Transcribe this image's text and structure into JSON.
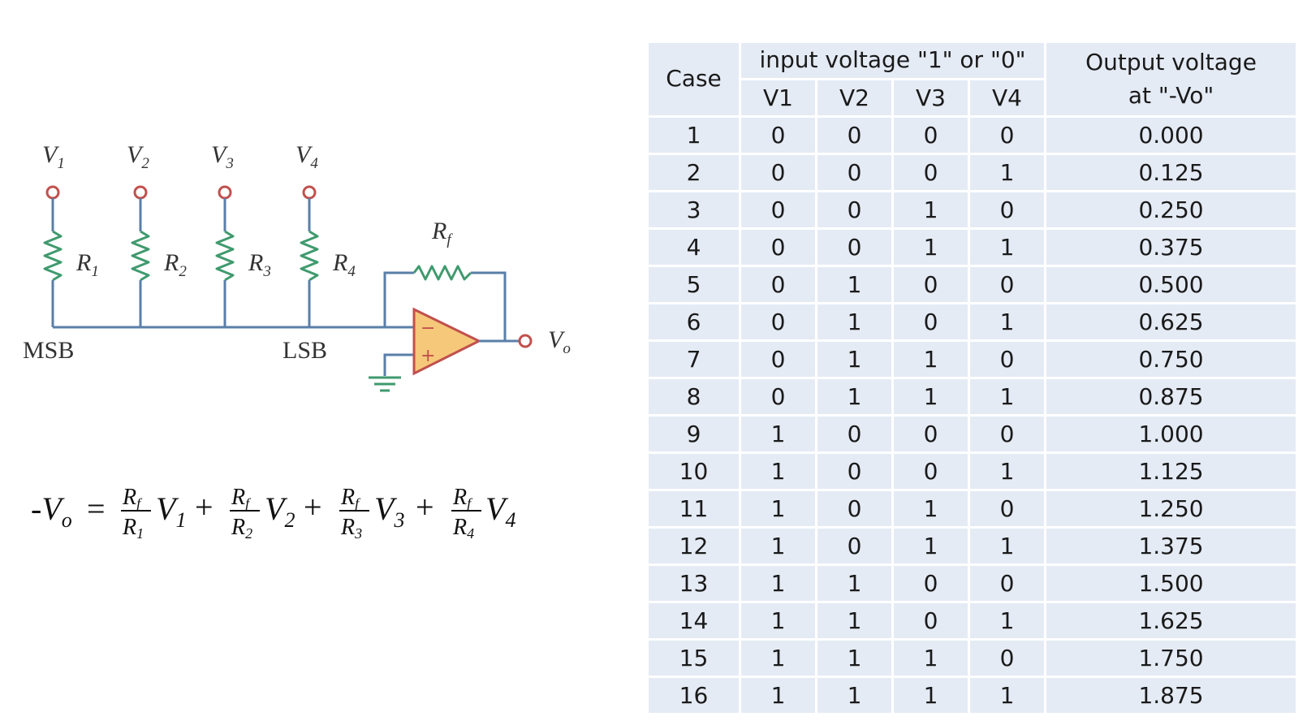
{
  "circuit": {
    "inputs": [
      "V",
      "V",
      "V",
      "V"
    ],
    "input_subs": [
      "1",
      "2",
      "3",
      "4"
    ],
    "resistors": [
      "R",
      "R",
      "R",
      "R"
    ],
    "resistor_subs": [
      "1",
      "2",
      "3",
      "4"
    ],
    "feedback": "R",
    "feedback_sub": "f",
    "msb": "MSB",
    "lsb": "LSB",
    "output": "V",
    "output_sub": "o",
    "minus": "−",
    "plus": "+"
  },
  "equation": {
    "lhs": "-V",
    "lhs_sub": "o",
    "equals": "=",
    "op": "+",
    "terms": [
      {
        "num": "R",
        "num_sub": "f",
        "den": "R",
        "den_sub": "1",
        "var": "V",
        "var_sub": "1"
      },
      {
        "num": "R",
        "num_sub": "f",
        "den": "R",
        "den_sub": "2",
        "var": "V",
        "var_sub": "2"
      },
      {
        "num": "R",
        "num_sub": "f",
        "den": "R",
        "den_sub": "3",
        "var": "V",
        "var_sub": "3"
      },
      {
        "num": "R",
        "num_sub": "f",
        "den": "R",
        "den_sub": "4",
        "var": "V",
        "var_sub": "4"
      }
    ]
  },
  "table": {
    "col_case": "Case",
    "col_input": "input voltage \"1\" or \"0\"",
    "col_output_line1": "Output voltage",
    "col_output_line2": "at \"-Vo\"",
    "sub_headers": [
      "V1",
      "V2",
      "V3",
      "V4"
    ],
    "rows": [
      [
        "1",
        "0",
        "0",
        "0",
        "0",
        "0.000"
      ],
      [
        "2",
        "0",
        "0",
        "0",
        "1",
        "0.125"
      ],
      [
        "3",
        "0",
        "0",
        "1",
        "0",
        "0.250"
      ],
      [
        "4",
        "0",
        "0",
        "1",
        "1",
        "0.375"
      ],
      [
        "5",
        "0",
        "1",
        "0",
        "0",
        "0.500"
      ],
      [
        "6",
        "0",
        "1",
        "0",
        "1",
        "0.625"
      ],
      [
        "7",
        "0",
        "1",
        "1",
        "0",
        "0.750"
      ],
      [
        "8",
        "0",
        "1",
        "1",
        "1",
        "0.875"
      ],
      [
        "9",
        "1",
        "0",
        "0",
        "0",
        "1.000"
      ],
      [
        "10",
        "1",
        "0",
        "0",
        "1",
        "1.125"
      ],
      [
        "11",
        "1",
        "0",
        "1",
        "0",
        "1.250"
      ],
      [
        "12",
        "1",
        "0",
        "1",
        "1",
        "1.375"
      ],
      [
        "13",
        "1",
        "1",
        "0",
        "0",
        "1.500"
      ],
      [
        "14",
        "1",
        "1",
        "0",
        "1",
        "1.625"
      ],
      [
        "15",
        "1",
        "1",
        "1",
        "0",
        "1.750"
      ],
      [
        "16",
        "1",
        "1",
        "1",
        "1",
        "1.875"
      ]
    ]
  }
}
